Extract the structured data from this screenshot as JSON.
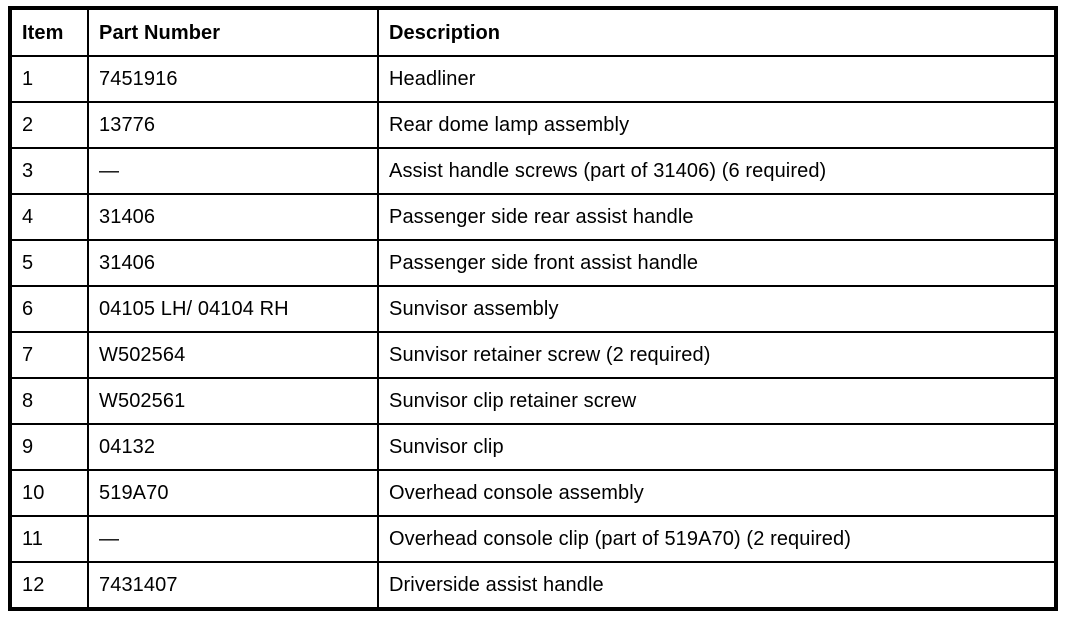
{
  "table": {
    "columns": [
      "Item",
      "Part Number",
      "Description"
    ],
    "rows": [
      {
        "item": "1",
        "part_number": "7451916",
        "description": "Headliner"
      },
      {
        "item": "2",
        "part_number": "13776",
        "description": "Rear dome lamp assembly"
      },
      {
        "item": "3",
        "part_number": "—",
        "description": "Assist handle screws (part of 31406) (6 required)"
      },
      {
        "item": "4",
        "part_number": "31406",
        "description": "Passenger side rear assist handle"
      },
      {
        "item": "5",
        "part_number": "31406",
        "description": "Passenger side front assist handle"
      },
      {
        "item": "6",
        "part_number": "04105 LH/ 04104 RH",
        "description": "Sunvisor assembly"
      },
      {
        "item": "7",
        "part_number": "W502564",
        "description": "Sunvisor retainer screw (2 required)"
      },
      {
        "item": "8",
        "part_number": "W502561",
        "description": "Sunvisor clip retainer screw"
      },
      {
        "item": "9",
        "part_number": "04132",
        "description": "Sunvisor clip"
      },
      {
        "item": "10",
        "part_number": "519A70",
        "description": "Overhead console assembly"
      },
      {
        "item": "11",
        "part_number": "—",
        "description": "Overhead console clip (part of 519A70) (2 required)"
      },
      {
        "item": "12",
        "part_number": "7431407",
        "description": "Driverside assist handle"
      }
    ]
  }
}
